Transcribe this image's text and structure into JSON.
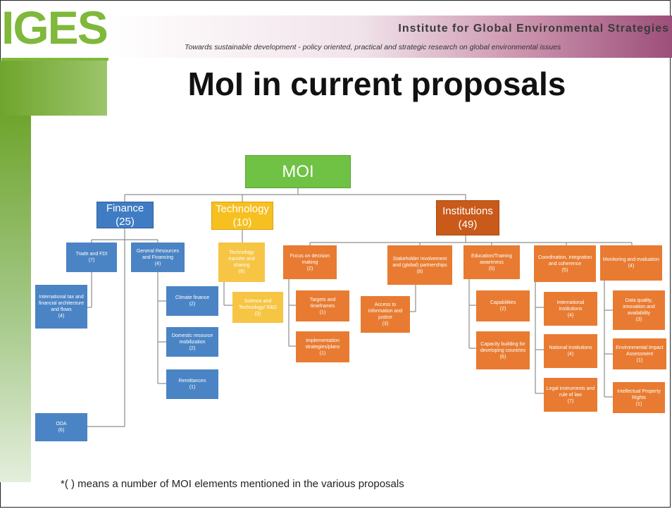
{
  "header": {
    "logo_text": "IGES",
    "institute": "Institute for Global Environmental Strategies",
    "tagline": "Towards sustainable development - policy oriented, practical and strategic research on global environmental issues"
  },
  "title": "MoI in current proposals",
  "colors": {
    "root": "#6fc244",
    "finance": "#3f7cc3",
    "technology": "#f6c021",
    "institutions": "#c95a1a",
    "leaf_blue": "#4a84c4",
    "leaf_orange": "#e87b31",
    "leaf_yellow": "#f6c544",
    "connector": "#8d8d8d"
  },
  "diagram": {
    "root": "MOI",
    "finance": {
      "label": "Finance",
      "count": "(25)"
    },
    "technology": {
      "label": "Technology",
      "count": "(10)"
    },
    "institutions": {
      "label": "Institutions",
      "count": "(49)"
    },
    "trade_fdi": {
      "label": "Trade and FDI",
      "count": "(7)"
    },
    "general_resources": {
      "label": "General Resources and Financing",
      "count": "(4)"
    },
    "intl_tax": {
      "label": "International tax and financial architecture and flows",
      "count": "(4)"
    },
    "climate_finance": {
      "label": "Climate finance",
      "count": "(2)"
    },
    "domestic_resource": {
      "label": "Domestic resource mobilization",
      "count": "(2)"
    },
    "remittances": {
      "label": "Remittances",
      "count": "(1)"
    },
    "oda": {
      "label": "ODA",
      "count": "(6)"
    },
    "tech_transfer": {
      "label": "Technology transfer and sharing",
      "count": "(8)"
    },
    "science_tech": {
      "label": "Science and Technology/ R&D",
      "count": "(3)"
    },
    "focus_decision": {
      "label": "Focus on decision making",
      "count": "(2)"
    },
    "targets": {
      "label": "Targets and timeframes",
      "count": "(1)"
    },
    "implementation": {
      "label": "Implementation strategies/plans",
      "count": "(1)"
    },
    "stakeholder": {
      "label": "Stakeholder involvement and (global) partnerships",
      "count": "(8)"
    },
    "access_info": {
      "label": "Access to information and justice",
      "count": "(3)"
    },
    "education": {
      "label": "Education/Training awareness",
      "count": "(5)"
    },
    "capabilities": {
      "label": "Capabilities",
      "count": "(2)"
    },
    "capacity_building": {
      "label": "Capacity building for developing countries",
      "count": "(6)"
    },
    "coordination": {
      "label": "Coordination, integration and coherence",
      "count": "(5)"
    },
    "intl_institutions": {
      "label": "International institutions",
      "count": "(4)"
    },
    "natl_institutions": {
      "label": "National Institutions",
      "count": "(4)"
    },
    "legal_instruments": {
      "label": "Legal instruments and rule of law",
      "count": "(7)"
    },
    "monitoring": {
      "label": "Monitoring and evaluation",
      "count": "(4)"
    },
    "data_quality": {
      "label": "Data quality, innovation and availability",
      "count": "(3)"
    },
    "eia": {
      "label": "Environmental Impact Assessment",
      "count": "(1)"
    },
    "ipr": {
      "label": "Intellectual Property Rights",
      "count": "(1)"
    }
  },
  "footnote": "*( ) means a number of MOI elements mentioned in the various proposals"
}
